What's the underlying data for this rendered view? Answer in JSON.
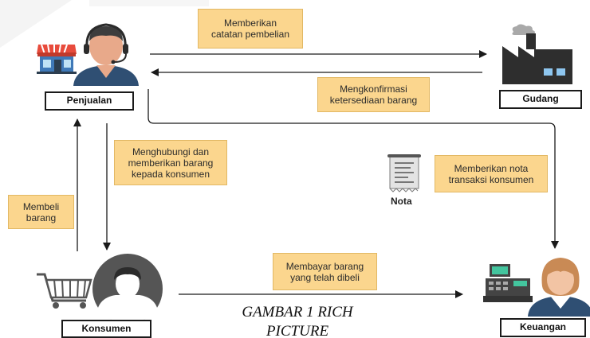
{
  "actors": {
    "penjualan": "Penjualan",
    "gudang": "Gudang",
    "konsumen": "Konsumen",
    "keuangan": "Keuangan"
  },
  "notes": {
    "memberikan_catatan": "Memberikan\ncatatan pembelian",
    "mengkonfirmasi": "Mengkonfirmasi\nketersediaan barang",
    "menghubungi": "Menghubungi dan\nmemberikan barang\nkepada konsumen",
    "membeli": "Membeli\nbarang",
    "memberikan_nota": "Memberikan nota\ntransaksi konsumen",
    "membayar": "Membayar barang\nyang telah dibeli"
  },
  "nota_label": "Nota",
  "caption": "GAMBAR 1 RICH PICTURE",
  "colors": {
    "note_fill": "#fbd68e",
    "arrow": "#1a1a1a",
    "headset_person_hair": "#3d3d3d",
    "shirt_blue": "#2f4f73",
    "skin": "#e8a98a",
    "factory": "#2e2e2e",
    "window_blue": "#8ec6ef"
  }
}
